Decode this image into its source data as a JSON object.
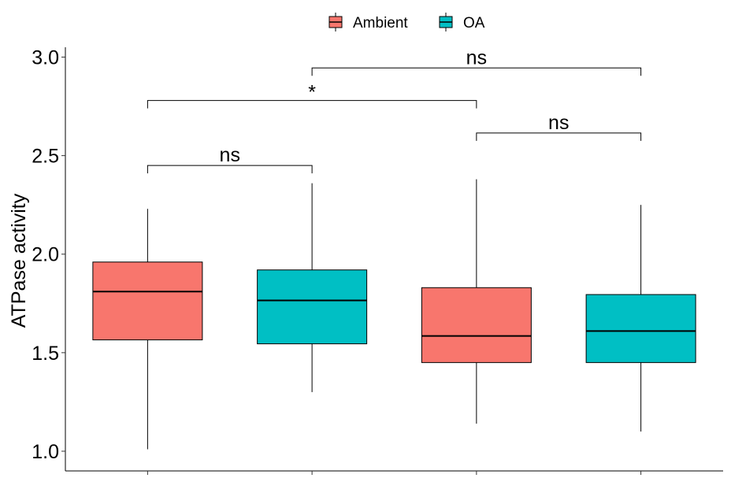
{
  "chart_data": {
    "type": "box",
    "ylabel": "ATPase activity",
    "ylim": [
      0.9,
      3.05
    ],
    "yticks": [
      1.0,
      1.5,
      2.0,
      2.5,
      3.0
    ],
    "ytick_labels": [
      "1.0",
      "1.5",
      "2.0",
      "2.5",
      "3.0"
    ],
    "xtick_count": 4,
    "legend": {
      "placement": "top",
      "entries": [
        {
          "name": "Ambient",
          "color": "#F8766D"
        },
        {
          "name": "OA",
          "color": "#00BFC4"
        }
      ]
    },
    "boxes": [
      {
        "group": "Ambient",
        "color": "#F8766D",
        "min": 1.01,
        "q1": 1.565,
        "median": 1.81,
        "q3": 1.96,
        "max": 2.23
      },
      {
        "group": "OA",
        "color": "#00BFC4",
        "min": 1.3,
        "q1": 1.545,
        "median": 1.765,
        "q3": 1.92,
        "max": 2.36
      },
      {
        "group": "Ambient",
        "color": "#F8766D",
        "min": 1.14,
        "q1": 1.45,
        "median": 1.585,
        "q3": 1.83,
        "max": 2.38
      },
      {
        "group": "OA",
        "color": "#00BFC4",
        "min": 1.1,
        "q1": 1.45,
        "median": 1.61,
        "q3": 1.795,
        "max": 2.25
      }
    ],
    "comparisons": [
      {
        "from": 0,
        "to": 1,
        "y": 2.45,
        "label": "ns"
      },
      {
        "from": 0,
        "to": 2,
        "y": 2.78,
        "label": "*"
      },
      {
        "from": 1,
        "to": 3,
        "y": 2.945,
        "label": "ns"
      },
      {
        "from": 2,
        "to": 3,
        "y": 2.615,
        "label": "ns"
      }
    ]
  }
}
